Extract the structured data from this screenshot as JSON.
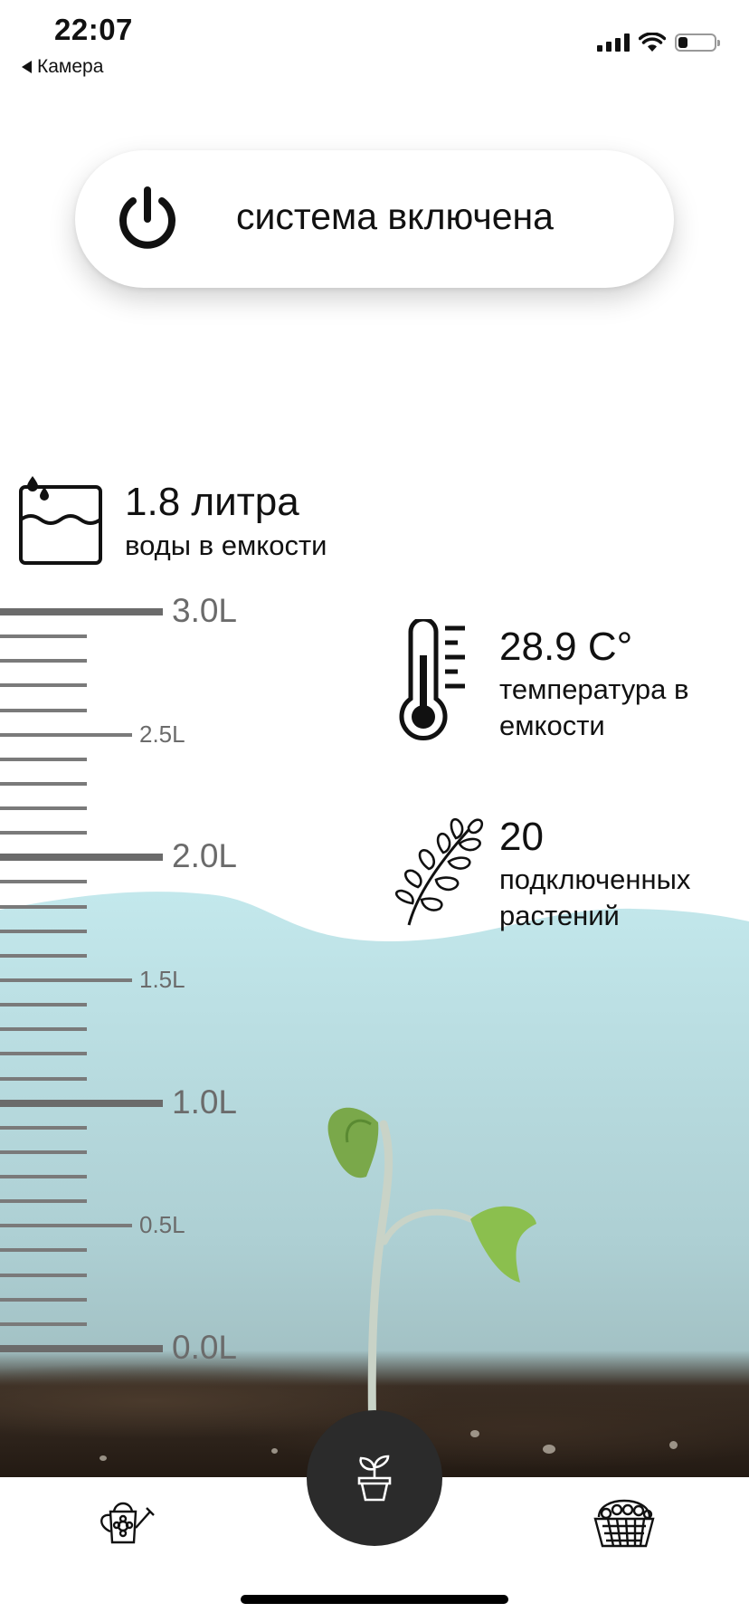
{
  "status_bar": {
    "time": "22:07",
    "back_label": "Камера",
    "battery_percent": 25
  },
  "power": {
    "label": "система включена",
    "icon": "power-icon"
  },
  "water": {
    "value": "1.8 литра",
    "caption": "воды в емкости",
    "icon": "water-tank-icon",
    "level_liters": 1.8,
    "max_liters": 3.0
  },
  "temperature": {
    "value": "28.9 C°",
    "caption_line1": "температура в",
    "caption_line2": "емкости",
    "icon": "thermometer-icon"
  },
  "plants": {
    "value": "20",
    "caption_line1": "подключенных",
    "caption_line2": "растений",
    "icon": "plant-branch-icon"
  },
  "ruler": {
    "labels": {
      "l30": "3.0L",
      "l25": "2.5L",
      "l20": "2.0L",
      "l15": "1.5L",
      "l10": "1.0L",
      "l05": "0.5L",
      "l00": "0.0L"
    }
  },
  "nav": {
    "left_icon": "watering-can-icon",
    "center_icon": "plant-pot-icon",
    "right_icon": "flower-basket-icon"
  },
  "colors": {
    "water_top": "#c3e8ec",
    "water_bottom": "#9fbcc0",
    "dark": "#2b2b2b"
  }
}
